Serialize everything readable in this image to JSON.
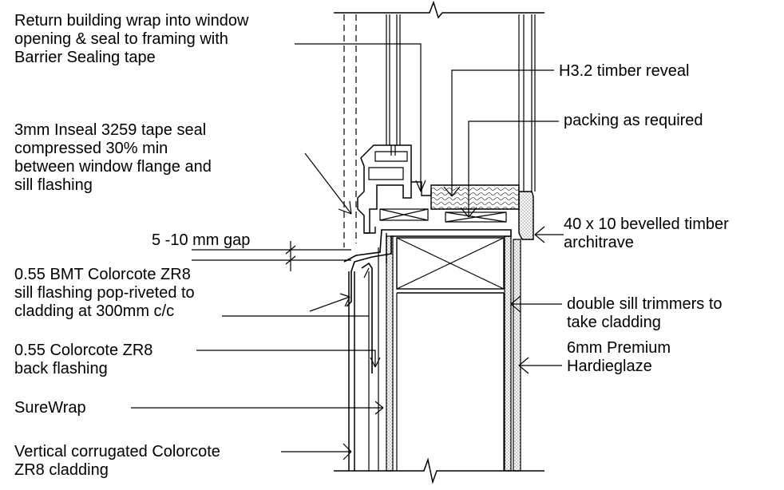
{
  "labels": {
    "building_wrap": [
      "Return building wrap into window",
      "opening & seal to framing with",
      "Barrier Sealing tape"
    ],
    "tape_seal": [
      "3mm Inseal 3259 tape seal",
      "compressed 30% min",
      "between window flange and",
      "sill flashing"
    ],
    "gap": [
      "5 -10 mm gap"
    ],
    "sill_flashing": [
      "0.55 BMT Colorcote ZR8",
      "sill flashing pop-riveted to",
      "cladding at 300mm c/c"
    ],
    "back_flashing": [
      "0.55 Colorcote ZR8",
      "back flashing"
    ],
    "surewrap": [
      "SureWrap"
    ],
    "cladding": [
      "Vertical corrugated Colorcote",
      "ZR8 cladding"
    ],
    "timber_reveal": [
      "H3.2 timber reveal"
    ],
    "packing": [
      "packing as required"
    ],
    "architrave": [
      "40 x 10 bevelled timber",
      "architrave"
    ],
    "sill_trimmers": [
      "double sill trimmers to",
      "take cladding"
    ],
    "hardieglaze": [
      "6mm Premium",
      "Hardieglaze"
    ]
  },
  "colors": {
    "line": "#000000",
    "background": "#ffffff"
  }
}
